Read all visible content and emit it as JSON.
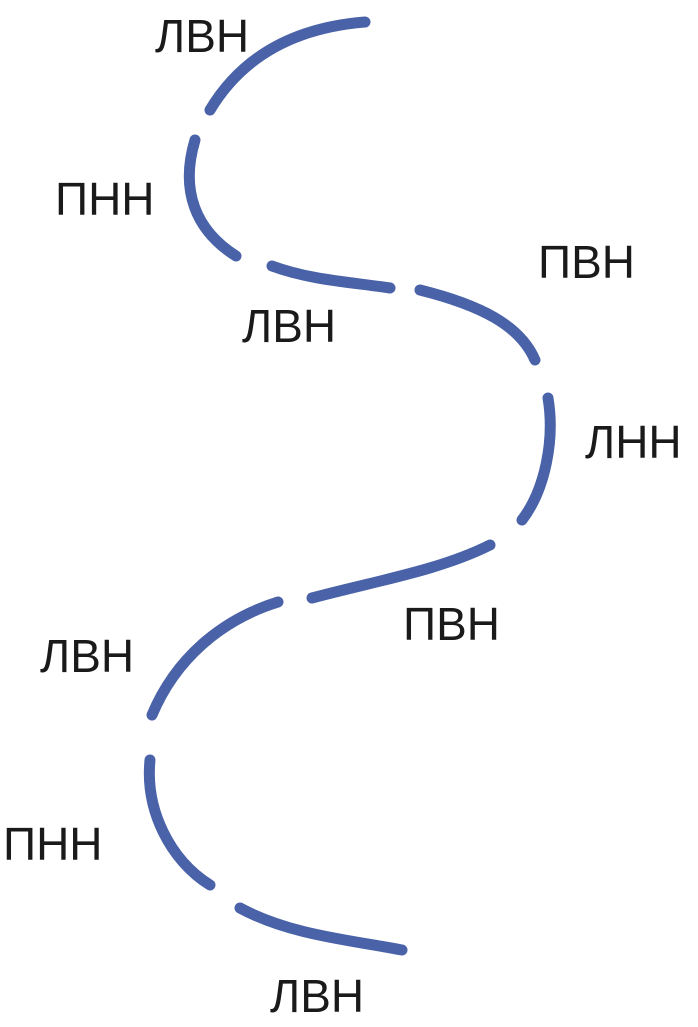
{
  "diagram": {
    "line_color": "#4a62a8",
    "labels": [
      "ЛВН",
      "ПНН",
      "ЛВН",
      "ПВН",
      "ЛНН",
      "ПВН",
      "ЛВН",
      "ПНН",
      "ЛВН"
    ]
  }
}
